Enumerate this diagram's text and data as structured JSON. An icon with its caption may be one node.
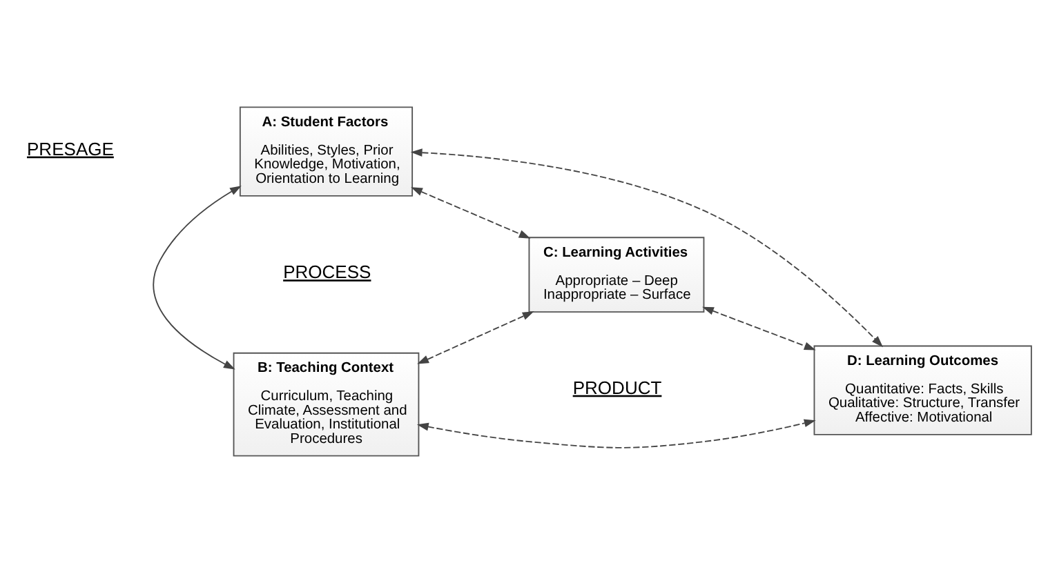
{
  "diagram": {
    "nodes": [
      {
        "text": [
          "A: Student Factors",
          "Abilities, Styles, Prior Knowledge, Motivation, Orientation to Learning"
        ]
      },
      {
        "text": [
          "B: Teaching Context",
          "Curriculum, Teaching Climate, Assessment and Evaluation, Institutional Procedures"
        ]
      },
      {
        "text": [
          "C: Learning Activities",
          "Appropriate – Deep Inappropriate – Surface"
        ]
      },
      {
        "text": [
          "D: Learning Outcomes",
          "Quantitative: Facts, Skills Qualitative: Structure, Transfer Affective: Motivational"
        ]
      }
    ],
    "edges": [
      {
        "from": 0,
        "to": 3,
        "arrow": "both",
        "style": "dashed"
      },
      {
        "from": 0,
        "to": 2,
        "arrow": "both",
        "style": "dashed"
      },
      {
        "from": 0,
        "to": 1,
        "arrow": "both"
      },
      {
        "from": 1,
        "to": 2,
        "arrow": "both",
        "style": "dashed"
      },
      {
        "from": 2,
        "to": 3,
        "arrow": "both",
        "style": "dashed"
      },
      {
        "from": 1,
        "to": 3,
        "arrow": "both",
        "style": "dashed"
      }
    ],
    "labels": [
      "PRESAGE",
      "PROCESS",
      "PRODUCT"
    ]
  }
}
